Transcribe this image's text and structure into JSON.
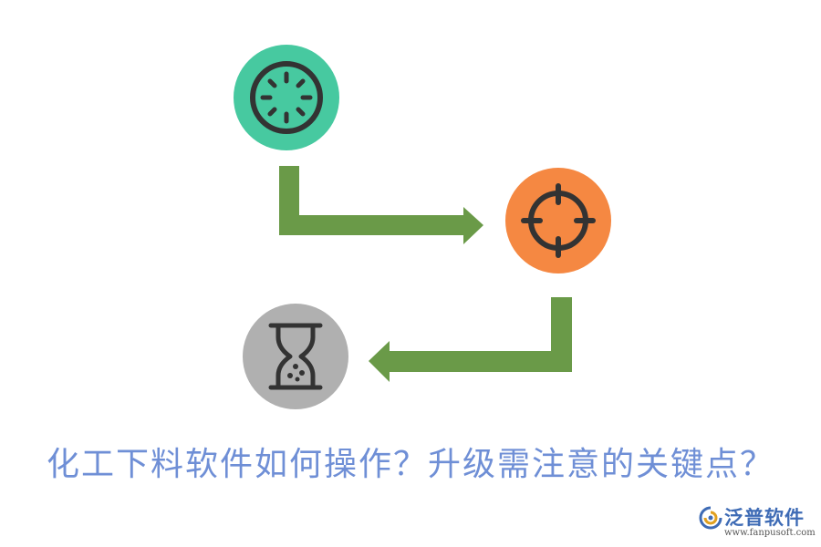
{
  "headline": "化工下料软件如何操作？升级需注意的关键点？",
  "brand": {
    "name": "泛普软件",
    "url": "www.fanpusoft.com"
  },
  "colors": {
    "arrow": "#6a9a48",
    "green_node": "#47c9a0",
    "orange_node": "#f58842",
    "gray_node": "#b0b0b0",
    "icon": "#333333",
    "headline": "#6f8fd6",
    "brand": "#3e6bb5"
  },
  "nodes": [
    {
      "id": "loading",
      "icon": "loading-spinner-icon"
    },
    {
      "id": "target",
      "icon": "crosshair-icon"
    },
    {
      "id": "wait",
      "icon": "hourglass-icon"
    }
  ]
}
